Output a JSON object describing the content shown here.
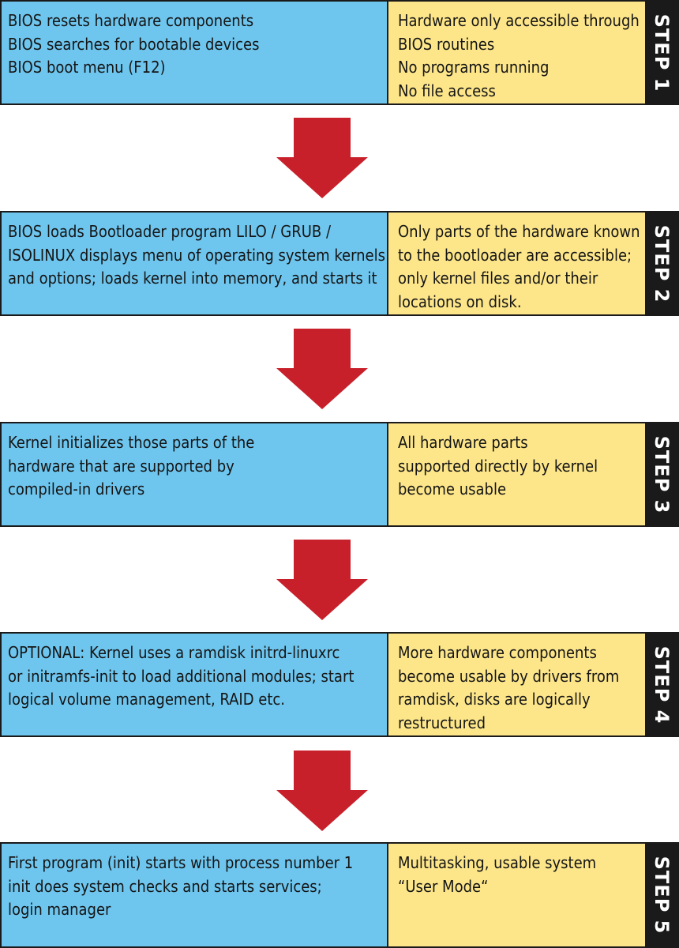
{
  "colors": {
    "left_fill": "#6ec6ef",
    "right_fill": "#fde68a",
    "tab_fill": "#1a1a1a",
    "arrow_fill": "#c8202a"
  },
  "steps": [
    {
      "label": "STEP 1",
      "left_lines": [
        "BIOS resets hardware components",
        "BIOS searches for bootable devices",
        "BIOS boot menu (F12)"
      ],
      "right_lines": [
        "Hardware only accessible through",
        "BIOS routines",
        "No programs running",
        "No file access"
      ]
    },
    {
      "label": "STEP 2",
      "left_lines": [
        "BIOS loads Bootloader program LILO / GRUB /",
        "ISOLINUX displays menu of operating system kernels",
        "and options; loads kernel into memory, and starts it"
      ],
      "right_lines": [
        "Only parts of the hardware known",
        "to the bootloader are accessible;",
        "only kernel files and/or their",
        "locations on disk."
      ]
    },
    {
      "label": "STEP 3",
      "left_lines": [
        "Kernel initializes those parts of the",
        "hardware that are supported by",
        "compiled-in drivers"
      ],
      "right_lines": [
        "All hardware parts",
        "supported directly by kernel",
        "become usable"
      ]
    },
    {
      "label": "STEP 4",
      "left_lines": [
        "OPTIONAL: Kernel uses a ramdisk initrd-linuxrc",
        "or initramfs-init to load additional modules; start",
        "logical volume management, RAID etc."
      ],
      "right_lines": [
        "More hardware components",
        "become usable by drivers from",
        "ramdisk, disks are logically",
        "restructured"
      ]
    },
    {
      "label": "STEP 5",
      "left_lines": [
        "First program (init) starts with process number 1",
        "init does system checks and starts services;",
        "login manager"
      ],
      "right_lines": [
        "Multitasking, usable system",
        "“User Mode“"
      ]
    }
  ]
}
